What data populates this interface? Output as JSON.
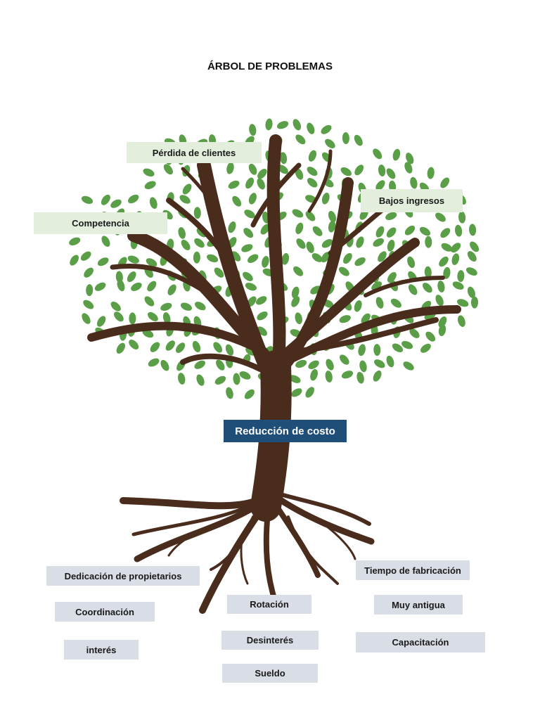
{
  "title": "ÁRBOL DE PROBLEMAS",
  "core_problem": "Reducción de costo",
  "effects": [
    "Pérdida de clientes",
    "Bajos ingresos",
    "Competencia"
  ],
  "causes": [
    "Dedicación de propietarios",
    "Coordinación",
    "interés",
    "Rotación",
    "Desinterés",
    "Sueldo",
    "Tiempo de fabricación",
    "Muy antigua",
    "Capacitación"
  ],
  "colors": {
    "trunk": "#4a2c1d",
    "leaf": "#5a9e48",
    "effect_box": "#e3efdc",
    "cause_box": "#d9dde6",
    "core_box": "#1f4e79"
  }
}
